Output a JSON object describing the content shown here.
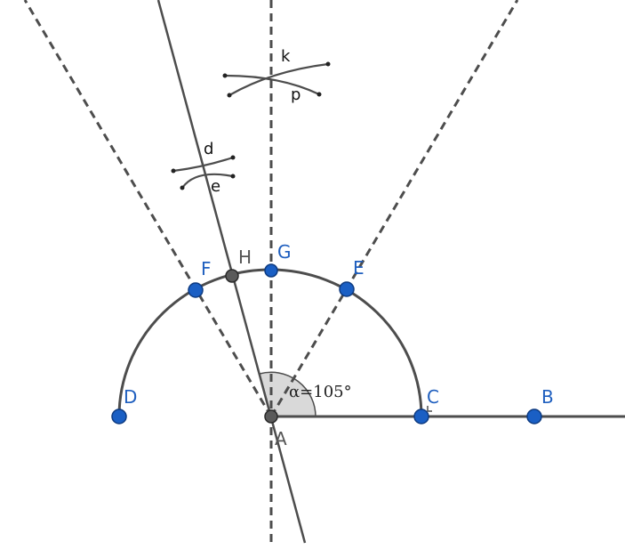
{
  "colors": {
    "line": "#4d4d4d",
    "point_blue": "#1a5fc4",
    "point_gray": "#5a5a5a",
    "angle_fill": "#d9d9d9",
    "label_blue": "#1f5fbf",
    "label_gray": "#555555"
  },
  "labels": {
    "A": "A",
    "B": "B",
    "C": "C",
    "D": "D",
    "E": "E",
    "F": "F",
    "G": "G",
    "H": "H",
    "d": "d",
    "e": "e",
    "k": "k",
    "p": "p"
  },
  "angle": {
    "name": "α",
    "value_deg": 105,
    "text": "α=105°"
  },
  "constructions": [
    {
      "type": "segment",
      "from": "A",
      "to": "B",
      "style": "solid"
    },
    {
      "type": "arc",
      "center": "A",
      "from": "C",
      "to": "D",
      "style": "solid"
    },
    {
      "type": "line",
      "through": [
        "A",
        "E"
      ],
      "style": "dashed"
    },
    {
      "type": "line",
      "through": [
        "A",
        "F"
      ],
      "style": "dashed"
    },
    {
      "type": "line",
      "through": [
        "A",
        "G"
      ],
      "style": "dashed"
    },
    {
      "type": "line",
      "through": [
        "A",
        "H"
      ],
      "style": "solid"
    },
    {
      "type": "arcs",
      "names": [
        "d",
        "e"
      ]
    },
    {
      "type": "arcs",
      "names": [
        "k",
        "p"
      ]
    }
  ]
}
